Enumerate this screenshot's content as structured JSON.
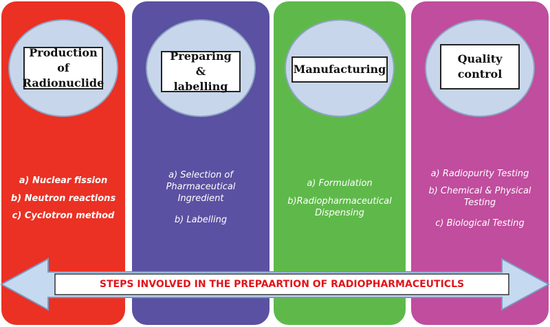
{
  "colors": {
    "panel_1": "#ea3124",
    "panel_2": "#5a51a2",
    "panel_3": "#5fb94a",
    "panel_4": "#c04d9d",
    "ellipse_fill": "#c7d6ea",
    "arrow_fill": "#c5d9f0",
    "arrow_stroke": "#7a98c0",
    "banner_text": "#e3141a"
  },
  "panels": [
    {
      "title": "Production of\nRadionuclide",
      "items": [
        "a) Nuclear fission",
        "b) Neutron reactions",
        "c) Cyclotron method"
      ]
    },
    {
      "title": "Preparing &\nlabelling",
      "items": [
        "a) Selection of\nPharmaceutical\nIngredient",
        "b) Labelling"
      ]
    },
    {
      "title": "Manufacturing",
      "items": [
        "a) Formulation",
        "b)Radiopharmaceutical\nDispensing"
      ]
    },
    {
      "title": "Quality\ncontrol",
      "items": [
        "a) Radiopurity Testing",
        "b) Chemical & Physical\nTesting",
        "c) Biological Testing"
      ]
    }
  ],
  "banner": {
    "text": "STEPS INVOLVED IN THE PREPAARTION OF RADIOPHARMACEUTICLS",
    "arrow_icon": "double-headed-arrow"
  }
}
